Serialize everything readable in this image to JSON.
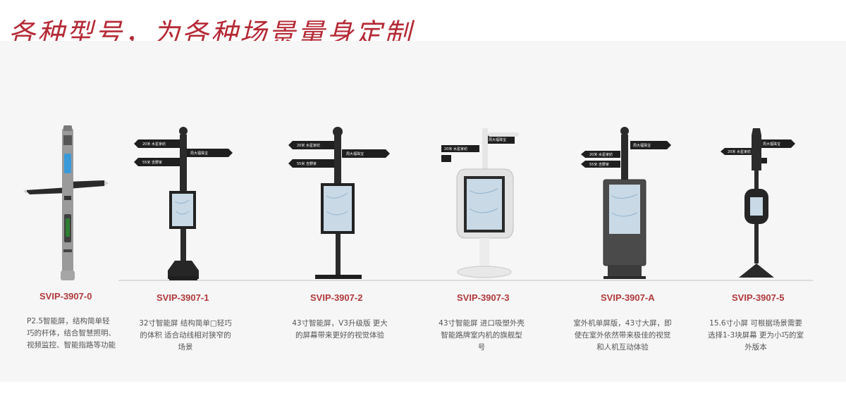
{
  "page": {
    "title": "各种型号，为各种场景量身定制"
  },
  "products": [
    {
      "model": "SVIP-3907-0",
      "description": "P2.5智能屏，结构简单轻巧的杆体，结合智慧照明、视频监控、智能指路等功能",
      "signs": []
    },
    {
      "model": "SVIP-3907-1",
      "description": "32寸智能屏  结构简单□轻巧的体积  适合动线相对狭窄的场景",
      "signs": [
        "20米 水星家纺",
        "周大福珠宝",
        "55米 吉野家"
      ]
    },
    {
      "model": "SVIP-3907-2",
      "description": "43寸智能屏，V3升级版  更大的屏幕带来更好的视觉体验",
      "signs": [
        "20米 水星家纺",
        "周大福珠宝",
        "55米 吉野家"
      ]
    },
    {
      "model": "SVIP-3907-3",
      "description": "43寸智能屏  进口吸塑外壳  智能路牌室内机的旗舰型号",
      "signs": [
        "20米 水星家纺",
        "周大福珠宝"
      ]
    },
    {
      "model": "SVIP-3907-A",
      "description": "室外机单屏版，43寸大屏，即使在室外依然带来极佳的视觉和人机互动体验",
      "signs": [
        "20米 水星家纺",
        "周大福珠宝",
        "55米 吉野家"
      ]
    },
    {
      "model": "SVIP-3907-5",
      "description": "15.6寸小屏  可根据场景需要选择1-3块屏幕  更为小巧的室外版本",
      "signs": [
        "20米 水星家纺",
        "周大福珠宝"
      ]
    }
  ],
  "colors": {
    "title": "#b42a36",
    "model": "#b03a3c",
    "pole": "#2b2b2b",
    "panel": "#f6f6f6"
  }
}
